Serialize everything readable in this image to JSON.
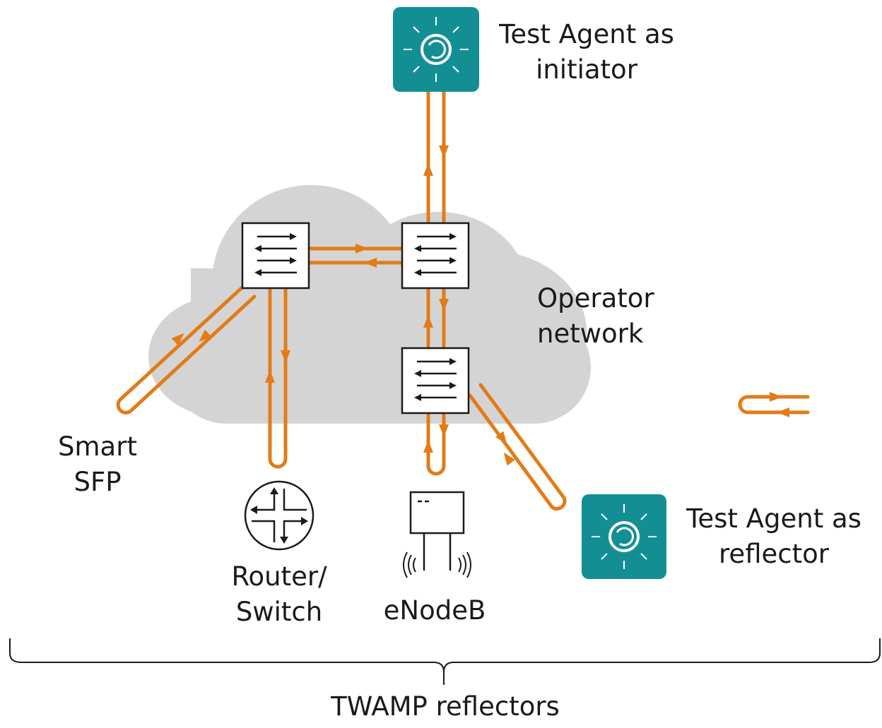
{
  "labels": {
    "initiator": [
      "Test Agent as",
      "initiator"
    ],
    "reflector": [
      "Test Agent as",
      "reflector"
    ],
    "cloud": [
      "Operator",
      "network"
    ],
    "smart_sfp": [
      "Smart",
      "SFP"
    ],
    "router": [
      "Router/",
      "Switch"
    ],
    "enodeb": "eNodeB",
    "group": "TWAMP reflectors"
  },
  "colors": {
    "path": "#e37b17",
    "agent": "#138f94",
    "cloud": "#d4d4d4",
    "node_border": "#1a1a1a"
  },
  "icons": {
    "switch": "switch-icon",
    "router": "router-icon",
    "enodeb": "enodeb-icon",
    "test_agent": "test-agent-icon",
    "loop_legend": "reflection-loop-icon"
  }
}
